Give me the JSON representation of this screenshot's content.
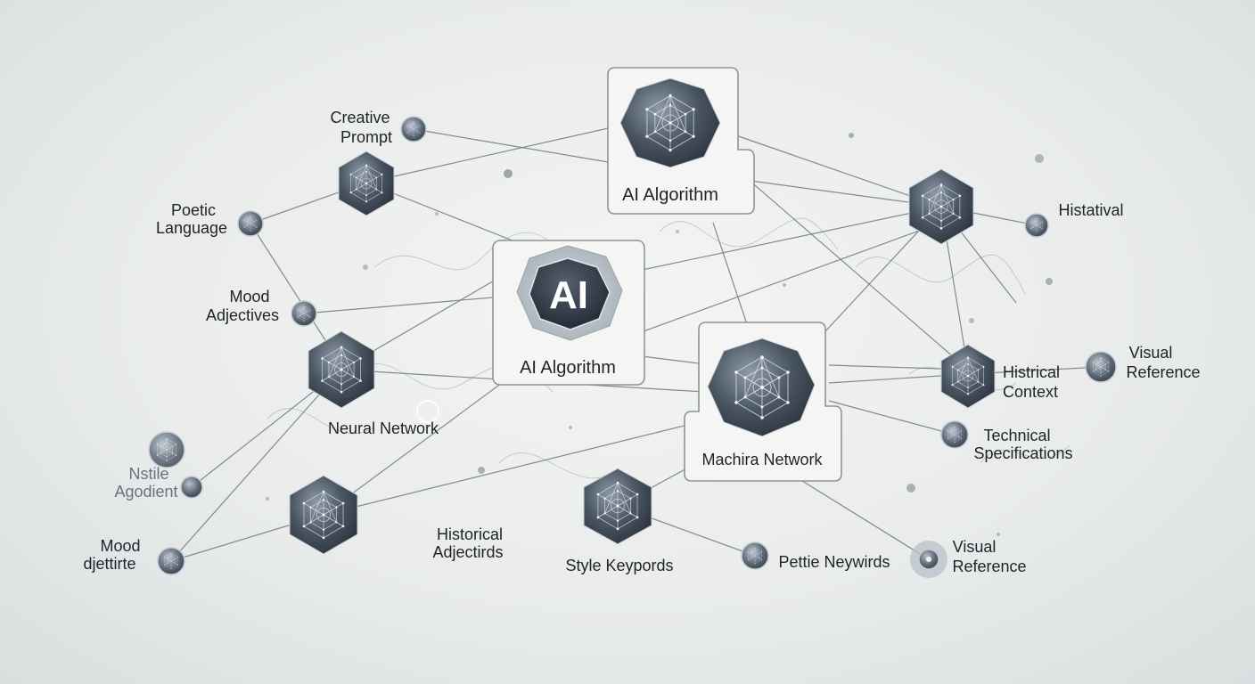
{
  "labels": {
    "ai_badge": "AI",
    "ai_algorithm_top": "AI Algorithm",
    "ai_algorithm_center": "AI Algorithm",
    "neural_network": "Neural Network",
    "machira_network": "Machira Network",
    "creative_prompt": [
      "Creative",
      "Prompt"
    ],
    "poetic_language": [
      "Poetic",
      "Language"
    ],
    "mood_adjectives": [
      "Mood",
      "Adjectives"
    ],
    "nstile_agodient": [
      "Nstile",
      "Agodient"
    ],
    "mood_djettirte": [
      "Mood",
      "djettirte"
    ],
    "historical_adjectirds": [
      "Historical",
      "Adjectirds"
    ],
    "style_keypords": "Style Keypords",
    "pettie_neywirds": "Pettie Neywirds",
    "visual_reference_bottom": [
      "Visual",
      "Reference"
    ],
    "technical_specifications": [
      "Technical",
      "Specifications"
    ],
    "histrical_context": [
      "Histrical",
      "Context"
    ],
    "visual_reference_right": [
      "Visual",
      "Reference"
    ],
    "histatival": "Histatival"
  },
  "colors": {
    "node_dark": "#3b4552",
    "node_mid": "#5d6977",
    "node_light": "#aab3bc",
    "line": "#6e7780",
    "panel_border": "#8c949c",
    "background": "#eceeec"
  }
}
